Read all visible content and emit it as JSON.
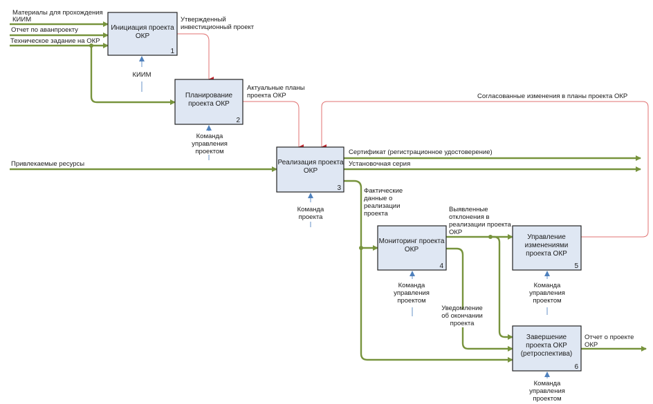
{
  "diagram": {
    "type": "IDEF0",
    "colors": {
      "input_flow": "#77933c",
      "feedback_flow": "#e07070",
      "control_flow": "#4f81bd",
      "box_fill": "#dfe7f3"
    },
    "boxes": [
      {
        "id": 1,
        "title": [
          "Инициация проекта",
          "ОКР"
        ],
        "number": "1"
      },
      {
        "id": 2,
        "title": [
          "Планирование",
          "проекта ОКР"
        ],
        "number": "2"
      },
      {
        "id": 3,
        "title": [
          "Реализация проекта",
          "ОКР"
        ],
        "number": "3"
      },
      {
        "id": 4,
        "title": [
          "Мониторинг проекта",
          "ОКР"
        ],
        "number": "4"
      },
      {
        "id": 5,
        "title": [
          "Управление",
          "изменениями",
          "проекта ОКР"
        ],
        "number": "5"
      },
      {
        "id": 6,
        "title": [
          "Завершение",
          "проекта ОКР",
          "(ретроспектива)"
        ],
        "number": "6"
      }
    ],
    "inputs": {
      "materials": [
        "Материалы для прохождения",
        "КИИМ"
      ],
      "prelim_report": "Отчет по аванпроекту",
      "tech_spec": "Техническое задание на ОКР",
      "resources": "Привлекаемые ресурсы"
    },
    "controls": {
      "kiim": "КИИМ",
      "mgmt_team_2": [
        "Команда",
        "управления",
        "проектом"
      ],
      "project_team_3": [
        "Команда",
        "проекта"
      ],
      "mgmt_team_4": [
        "Команда",
        "управления",
        "проектом"
      ],
      "mgmt_team_5": [
        "Команда",
        "управления",
        "проектом"
      ],
      "mgmt_team_6": [
        "Команда",
        "управления",
        "проектом"
      ]
    },
    "flows": {
      "approved_project": [
        "Утвержденный",
        "инвестиционный проект"
      ],
      "actual_plans": [
        "Актуальные планы",
        "проекта ОКР"
      ],
      "agreed_changes": "Согласованные изменения в планы проекта ОКР",
      "certificate": "Сертификат (регистрационное удостоверение)",
      "install_series": "Установочная серия",
      "actual_data": [
        "Фактические",
        "данные о",
        "реализации",
        "проекта"
      ],
      "deviations": [
        "Выявленные",
        "отклонения в",
        "реализации проекта",
        "ОКР"
      ],
      "completion_notice": [
        "Уведомление",
        "об окончании",
        "проекта"
      ],
      "final_report": [
        "Отчет о проекте",
        "ОКР"
      ]
    }
  }
}
